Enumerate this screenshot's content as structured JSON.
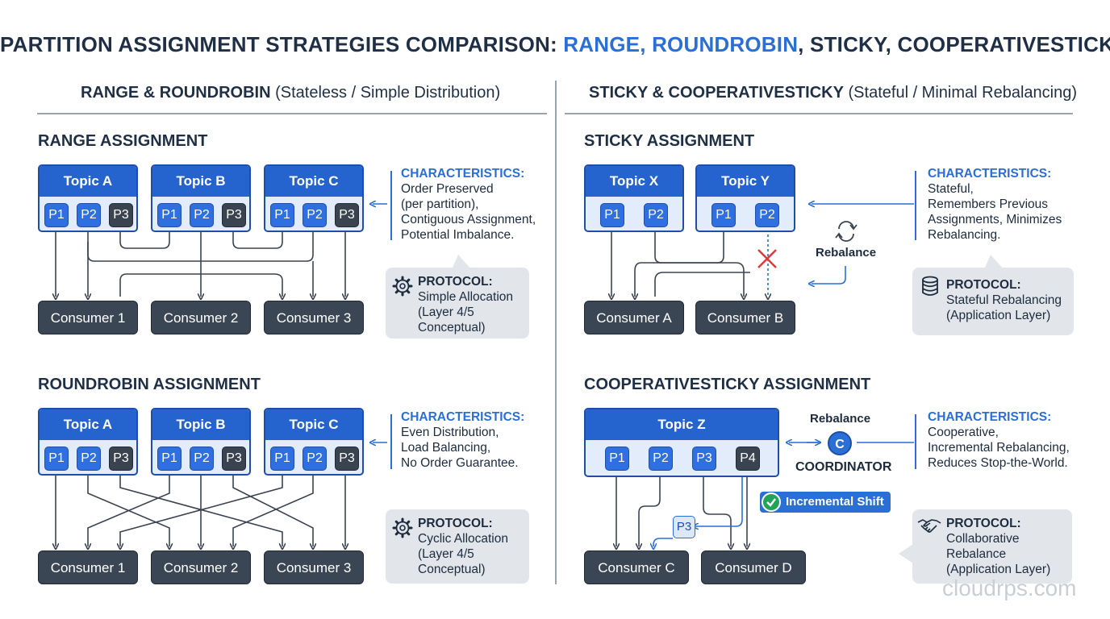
{
  "title": {
    "prefix": "PARTITION ASSIGNMENT STRATEGIES COMPARISON: ",
    "range": "RANGE",
    "sep1": ", ",
    "roundrobin": "ROUNDROBIN",
    "rest": ", STICKY, COOPERATIVESTICKY"
  },
  "left_header": {
    "bold": "RANGE & ROUNDROBIN",
    "rest": " (Stateless / Simple Distribution)"
  },
  "right_header": {
    "bold": "STICKY & COOPERATIVESTICKY",
    "rest": " (Stateful / Minimal Rebalancing)"
  },
  "range": {
    "title": "RANGE ASSIGNMENT",
    "topics": [
      "Topic A",
      "Topic B",
      "Topic C"
    ],
    "partitions": [
      "P1",
      "P2",
      "P3"
    ],
    "consumers": [
      "Consumer 1",
      "Consumer 2",
      "Consumer 3"
    ],
    "char_heading": "CHARACTERISTICS:",
    "char_lines": [
      "Order Preserved",
      "(per partition),",
      "Contiguous Assignment,",
      "Potential Imbalance."
    ],
    "protocol_heading": "PROTOCOL:",
    "protocol_lines": [
      "Simple Allocation",
      "(Layer 4/5",
      "Conceptual)"
    ],
    "protocol_icon": "gear-icon"
  },
  "roundrobin": {
    "title": "ROUNDROBIN ASSIGNMENT",
    "topics": [
      "Topic A",
      "Topic B",
      "Topic C"
    ],
    "partitions": [
      "P1",
      "P2",
      "P3"
    ],
    "consumers": [
      "Consumer 1",
      "Consumer 2",
      "Consumer 3"
    ],
    "char_heading": "CHARACTERISTICS:",
    "char_lines": [
      "Even Distribution,",
      "Load Balancing,",
      "No Order Guarantee."
    ],
    "protocol_heading": "PROTOCOL:",
    "protocol_lines": [
      "Cyclic Allocation",
      "(Layer 4/5",
      "Conceptual)"
    ],
    "protocol_icon": "gear-icon"
  },
  "sticky": {
    "title": "STICKY ASSIGNMENT",
    "topics": [
      "Topic X",
      "Topic Y"
    ],
    "partitions": [
      "P1",
      "P2"
    ],
    "consumers": [
      "Consumer A",
      "Consumer B"
    ],
    "rebalance_label": "Rebalance",
    "char_heading": "CHARACTERISTICS:",
    "char_lines": [
      "Stateful,",
      "Remembers Previous",
      "Assignments, Minimizes",
      "Rebalancing."
    ],
    "protocol_heading": "PROTOCOL:",
    "protocol_lines": [
      "Stateful Rebalancing",
      "(Application Layer)"
    ],
    "protocol_icon": "database-icon"
  },
  "cooperative": {
    "title": "COOPERATIVESTICKY ASSIGNMENT",
    "topic": "Topic Z",
    "partitions": [
      "P1",
      "P2",
      "P3",
      "P4"
    ],
    "moved_partition": "P3",
    "consumers": [
      "Consumer C",
      "Consumer D"
    ],
    "rebalance_label": "Rebalance",
    "coordinator_letter": "C",
    "coordinator_label": "COORDINATOR",
    "shift_label": "Incremental Shift",
    "char_heading": "CHARACTERISTICS:",
    "char_lines": [
      "Cooperative,",
      "Incremental Rebalancing,",
      "Reduces Stop-the-World."
    ],
    "protocol_heading": "PROTOCOL:",
    "protocol_lines": [
      "Collaborative",
      "Rebalance",
      "(Application Layer)"
    ],
    "protocol_icon": "handshake-icon"
  },
  "watermark": "cloudrps.com",
  "colors": {
    "accent": "#2a6fd6",
    "topic_header": "#2563cf",
    "partition": "#2f6fe0",
    "partition_dark": "#3a4450",
    "consumer": "#3b4654",
    "callout": "#e2e6ea"
  }
}
